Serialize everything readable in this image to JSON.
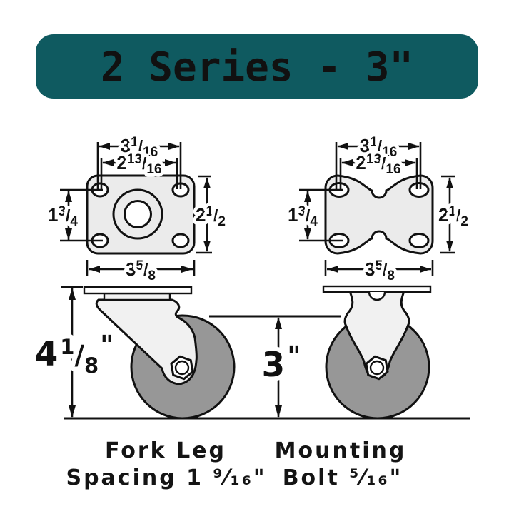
{
  "header": {
    "title": "2 Series - 3\"",
    "bg_color": "#0f5a60",
    "text_color": "#ffffff"
  },
  "colors": {
    "line": "#111111",
    "plate_fill": "#ebebeb",
    "fork_fill": "#f1f1f1",
    "wheel_fill": "#979797",
    "hole_fill": "#ffffff",
    "background": "#ffffff"
  },
  "dimensions": {
    "bolt_spacing_wide": {
      "whole": "3",
      "num": "1",
      "den": "16"
    },
    "bolt_spacing_narrow": {
      "whole": "2",
      "num": "13",
      "den": "16"
    },
    "bolt_spacing_side": {
      "whole": "1",
      "num": "3",
      "den": "4"
    },
    "plate_depth": {
      "whole": "2",
      "num": "1",
      "den": "2"
    },
    "plate_width": {
      "whole": "3",
      "num": "5",
      "den": "8"
    },
    "overall_height": {
      "whole": "4",
      "num": "1",
      "den": "8",
      "unit": "\""
    },
    "wheel_diameter": {
      "whole": "3",
      "unit": "\""
    }
  },
  "glyphs": {
    "fraction_slash": "/"
  },
  "captions": {
    "left_line1": "Fork Leg",
    "left_line2": "Spacing 1 ⁹⁄₁₆\"",
    "right_line1": "Mounting",
    "right_line2": "Bolt ⁵⁄₁₆\""
  }
}
